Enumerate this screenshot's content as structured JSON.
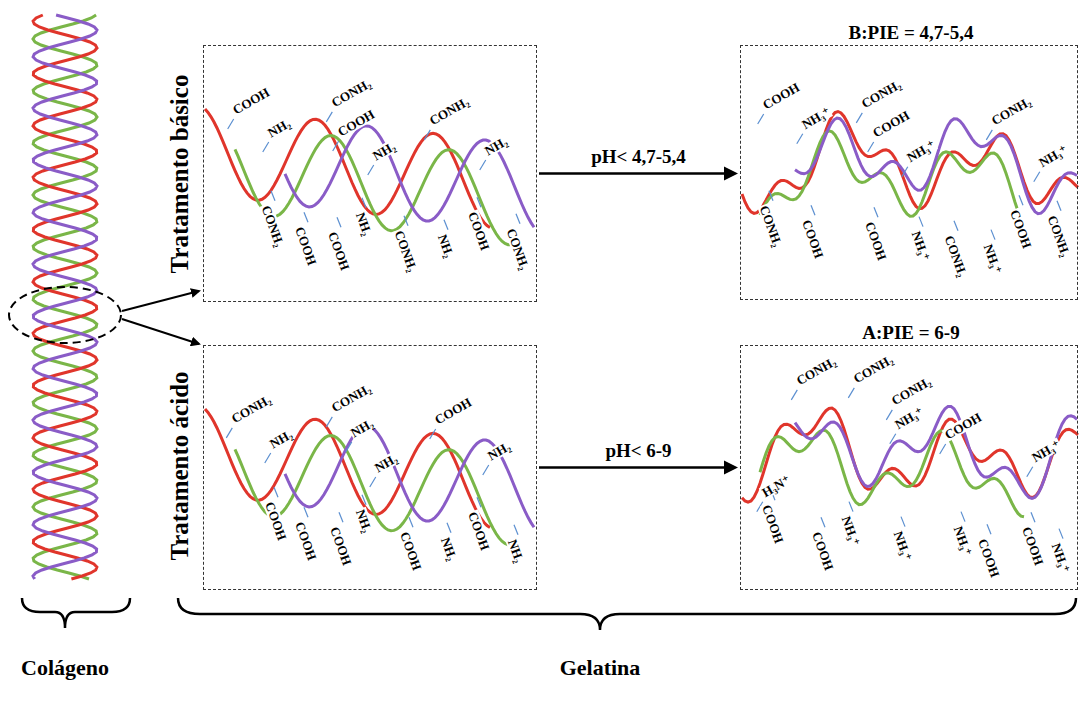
{
  "diagram": {
    "nodes": [
      {
        "text": [
          "Tratamento básico",
          "COOH",
          "NH₂",
          "CONH₂",
          "COOH",
          "NH₂",
          "CONH₂",
          "NH₂",
          "CONH₂",
          "COOH",
          "COOH",
          "NH₂",
          "CONH₂",
          "NH₂",
          "COOH",
          "CONH₂"
        ]
      },
      {
        "text": [
          "Tratamento ácido",
          "CONH₂",
          "NH₂",
          "CONH₂",
          "NH₂",
          "NH₂",
          "COOH",
          "NH₂",
          "COOH",
          "COOH",
          "COOH",
          "NH₂",
          "COOH",
          "NH₂",
          "COOH",
          "NH₂"
        ]
      },
      {
        "text": [
          "B:PIE = 4,7-5,4",
          "COOH",
          "NH₃⁺",
          "CONH₂",
          "COOH",
          "NH₃⁺",
          "CONH₂",
          "NH₃⁺",
          "CONH₂",
          "COOH",
          "COOH",
          "NH₃⁺",
          "CONH₂",
          "NH₃⁺",
          "COOH",
          "CONH₂"
        ]
      },
      {
        "text": [
          "A:PIE = 6-9",
          "CONH₂",
          "CONH₂",
          "CONH₂",
          "NH₃⁺",
          "COOH",
          "NH₃⁺",
          "H₃N⁺",
          "COOH",
          "COOH",
          "NH₃⁺",
          "NH₃⁺",
          "NH₃⁺",
          "COOH",
          "COOH",
          "NH₃⁺"
        ]
      }
    ],
    "edges": [
      {
        "from": 0,
        "to": 2,
        "label": "pH< 4,7-5,4",
        "arrow": "to"
      },
      {
        "from": 1,
        "to": 3,
        "label": "pH< 6-9",
        "arrow": "to"
      }
    ],
    "labels": [
      "Colágeno",
      "Gelatina"
    ]
  }
}
